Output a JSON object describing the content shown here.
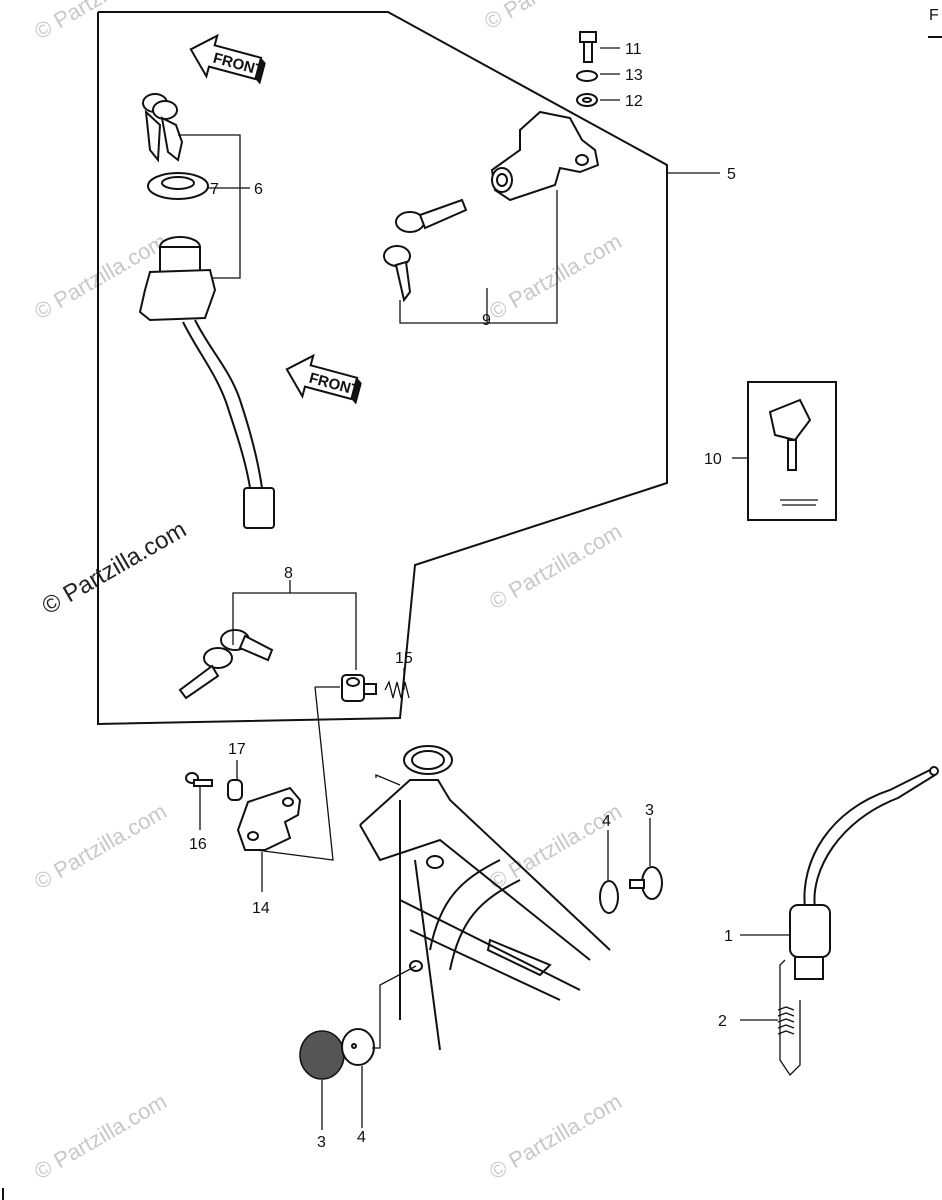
{
  "watermark": "© Partzilla.com",
  "front_label": "FRONT",
  "corner_mark": "F",
  "labels": {
    "l1": "1",
    "l2": "2",
    "l3a": "3",
    "l3b": "3",
    "l4a": "4",
    "l4b": "4",
    "l5": "5",
    "l6": "6",
    "l7": "7",
    "l8": "8",
    "l9": "9",
    "l10": "10",
    "l11": "11",
    "l12": "12",
    "l13": "13",
    "l14": "14",
    "l15": "15",
    "l16": "16",
    "l17": "17"
  }
}
